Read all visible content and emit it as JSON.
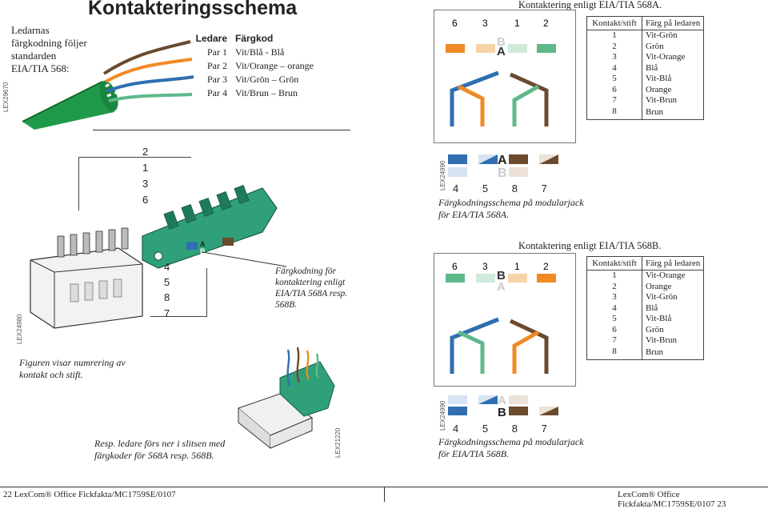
{
  "title": "Kontakteringsschema",
  "intro": "Ledarnas färgkodning följer standarden EIA/TIA 568:",
  "pairs": {
    "header_left": "Ledare",
    "header_right": "Färgkod",
    "rows": [
      {
        "pair": "Par 1",
        "color": "Vit/Blå - Blå"
      },
      {
        "pair": "Par 2",
        "color": "Vit/Orange – orange"
      },
      {
        "pair": "Par 3",
        "color": "Vit/Grön – Grön"
      },
      {
        "pair": "Par 4",
        "color": "Vit/Brun – Brun"
      }
    ]
  },
  "codes": {
    "lex1": "LEX29670",
    "lex2": "LEX24980",
    "lex3": "LEX24990",
    "lex4": "LEX24990",
    "lex5": "LEX21220"
  },
  "section_a": {
    "heading": "Kontaktering enligt EIA/TIA 568A.",
    "top_numbers": [
      "6",
      "3",
      "1",
      "2"
    ],
    "bottom_numbers": [
      "4",
      "5",
      "8",
      "7"
    ],
    "letter_a": "A",
    "letter_b": "B",
    "caption": "Färgkodningsschema på modularjack för EIA/TIA 568A.",
    "table_header": [
      "Kontakt/stift",
      "Färg på ledaren"
    ],
    "table": [
      [
        "1",
        "Vit-Grön"
      ],
      [
        "2",
        "Grön"
      ],
      [
        "3",
        "Vit-Orange"
      ],
      [
        "4",
        "Blå"
      ],
      [
        "5",
        "Vit-Blå"
      ],
      [
        "6",
        "Orange"
      ],
      [
        "7",
        "Vit-Brun"
      ],
      [
        "8",
        "Brun"
      ]
    ]
  },
  "section_b": {
    "heading": "Kontaktering enligt EIA/TIA 568B.",
    "top_numbers": [
      "6",
      "3",
      "1",
      "2"
    ],
    "bottom_numbers": [
      "4",
      "5",
      "8",
      "7"
    ],
    "letter_a": "A",
    "letter_b": "B",
    "caption": "Färgkodningsschema på modularjack för EIA/TIA 568B.",
    "table_header": [
      "Kontakt/stift",
      "Färg på ledaren"
    ],
    "table": [
      [
        "1",
        "Vit-Orange"
      ],
      [
        "2",
        "Orange"
      ],
      [
        "3",
        "Vit-Grön"
      ],
      [
        "4",
        "Blå"
      ],
      [
        "5",
        "Vit-Blå"
      ],
      [
        "6",
        "Grön"
      ],
      [
        "7",
        "Vit-Brun"
      ],
      [
        "8",
        "Brun"
      ]
    ]
  },
  "jack": {
    "left_numbers": [
      "2",
      "1",
      "3",
      "6"
    ],
    "right_numbers": [
      "4",
      "5",
      "8",
      "7"
    ],
    "letter_a": "A",
    "letter_b": "B"
  },
  "captions": {
    "color_coding": "Färgkodning för kontaktering enligt EIA/TIA 568A resp. 568B.",
    "figure_numbering": "Figuren visar numrering av kontakt och stift.",
    "wires_routed": "Resp. ledare förs ner i slitsen med färgkoder för 568A resp. 568B."
  },
  "footer": {
    "left": "22  LexCom® Office Fickfakta/MC1759SE/0107",
    "right": "LexCom® Office Fickfakta/MC1759SE/0107  23"
  },
  "colors": {
    "blue": "#2f6fb0",
    "orange": "#f08a24",
    "green": "#5fb88a",
    "brown": "#6b4a2e",
    "cable_green": "#1e9a4a",
    "jack_green": "#2fa07a"
  }
}
